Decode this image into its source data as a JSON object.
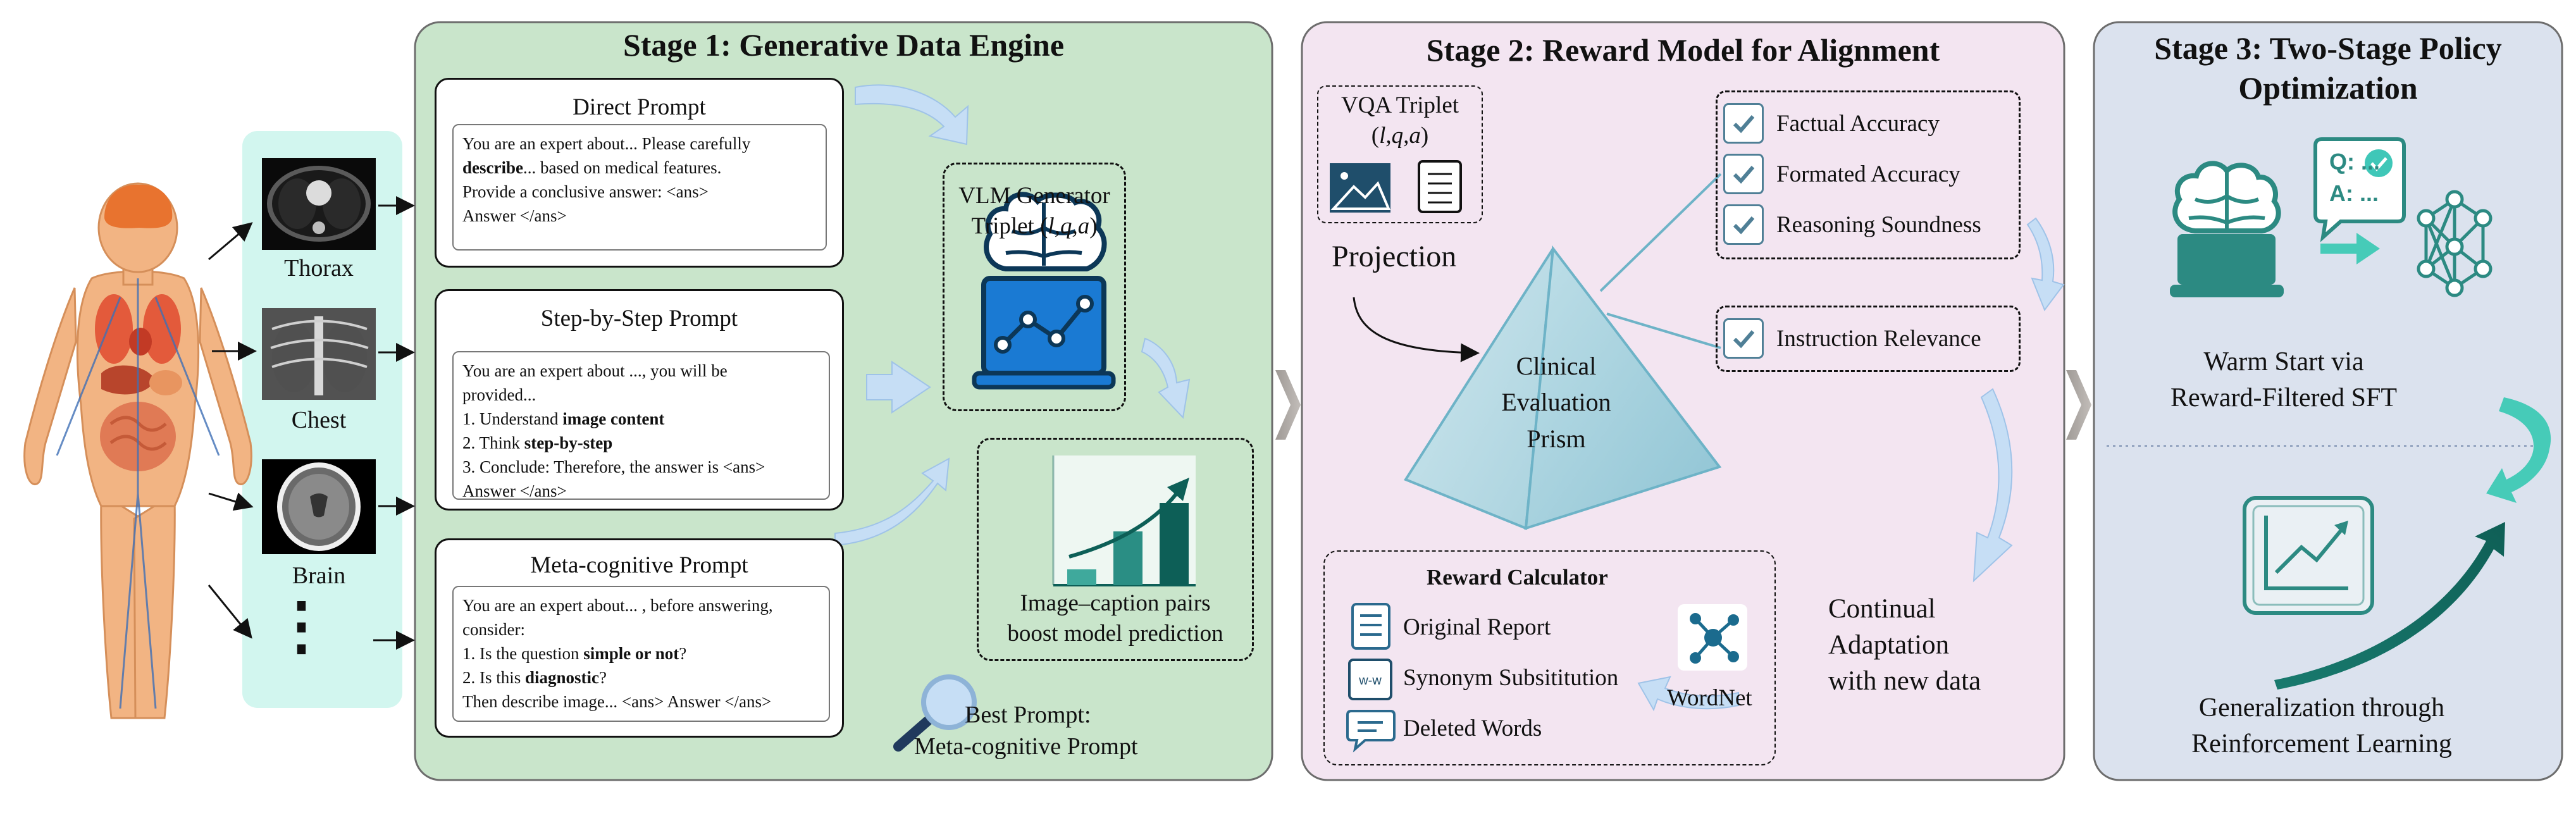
{
  "left": {
    "organs": [
      "Thorax",
      "Chest",
      "Brain"
    ],
    "ellipsis": "⋮"
  },
  "stage1": {
    "title": "Stage 1: Generative Data Engine",
    "direct": {
      "title": "Direct Prompt",
      "lines": [
        [
          {
            "t": "You are an expert about... Please carefully",
            "b": false
          }
        ],
        [
          {
            "t": "describe",
            "b": true
          },
          {
            "t": "... based on medical features.",
            "b": false
          }
        ],
        [
          {
            "t": "Provide  a  conclusive  answer:  <ans>",
            "b": false
          }
        ],
        [
          {
            "t": "Answer </ans>",
            "b": false
          }
        ]
      ]
    },
    "step": {
      "title": "Step-by-Step Prompt",
      "lines": [
        [
          {
            "t": "You are an expert about ..., you will be",
            "b": false
          }
        ],
        [
          {
            "t": "provided...",
            "b": false
          }
        ],
        [
          {
            "t": "1. Understand ",
            "b": false
          },
          {
            "t": "image content",
            "b": true
          }
        ],
        [
          {
            "t": "2. Think ",
            "b": false
          },
          {
            "t": "step-by-step",
            "b": true
          }
        ],
        [
          {
            "t": "3. Conclude: Therefore, the answer is <ans>",
            "b": false
          }
        ],
        [
          {
            "t": "Answer </ans>",
            "b": false
          }
        ]
      ]
    },
    "meta": {
      "title": "Meta-cognitive  Prompt",
      "lines": [
        [
          {
            "t": "You are an expert about... , before answering,",
            "b": false
          }
        ],
        [
          {
            "t": "consider:",
            "b": false
          }
        ],
        [
          {
            "t": "1. Is the question ",
            "b": false
          },
          {
            "t": "simple or not",
            "b": true
          },
          {
            "t": "?",
            "b": false
          }
        ],
        [
          {
            "t": "2. Is this ",
            "b": false
          },
          {
            "t": "diagnostic",
            "b": true
          },
          {
            "t": "?",
            "b": false
          }
        ],
        [
          {
            "t": "Then describe image... <ans> Answer </ans>",
            "b": false
          }
        ]
      ]
    },
    "vlm_line1": "VLM Generator",
    "vlm_line2_prefix": "Triplet (",
    "vlm_vars": "l,q,a",
    "vlm_line2_suffix": ")",
    "caption_line1": "Image–caption  pairs",
    "caption_line2": "boost model prediction",
    "best_line1": "Best Prompt:",
    "best_line2": "Meta-cognitive  Prompt"
  },
  "stage2": {
    "title": "Stage 2: Reward Model for Alignment",
    "vqa_line1": "VQA Triplet",
    "vqa_line2_prefix": "(",
    "vqa_vars": "l,q,a",
    "vqa_line2_suffix": ")",
    "projection": "Projection",
    "prism": [
      "Clinical",
      "Evaluation",
      "Prism"
    ],
    "criteria": [
      "Factual Accuracy",
      "Formated Accuracy",
      "Reasoning  Soundness"
    ],
    "instruction": "Instruction  Relevance",
    "reward_title": "Reward Calculator",
    "reward_items": [
      "Original Report",
      "Synonym  Subsititution",
      "Deleted Words"
    ],
    "wordnet": "WordNet",
    "continual": [
      "Continual",
      "Adaptation",
      "with new data"
    ]
  },
  "stage3": {
    "title_line1": "Stage 3: Two-Stage Policy",
    "title_line2": "Optimization",
    "bubble_q": "Q: ...",
    "bubble_a": "A: ...",
    "warm": [
      "Warm Start via",
      "Reward-Filtered SFT"
    ],
    "gen": [
      "Generalization through",
      "Reinforcement Learning"
    ]
  },
  "colors": {
    "stage1_bg": "#c9e5cb",
    "stage2_bg": "#f3e5f1",
    "stage3_bg": "#dbe2ee",
    "left_bg": "#d2f6ef",
    "teal": "#2c8a82",
    "mint": "#46cbb8"
  }
}
